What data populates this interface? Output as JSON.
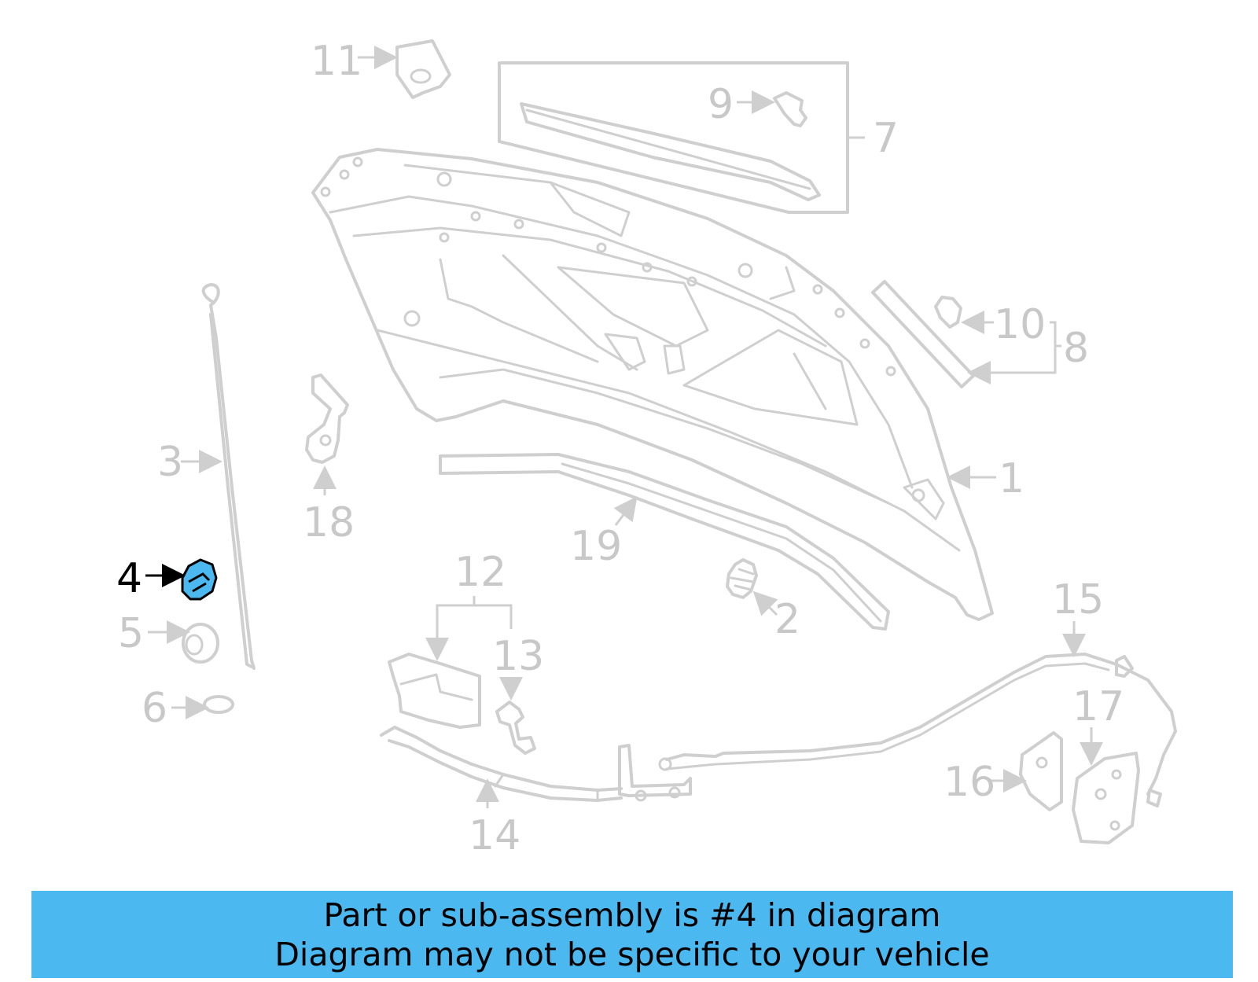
{
  "callouts": {
    "c1": "1",
    "c2": "2",
    "c3": "3",
    "c4": "4",
    "c5": "5",
    "c6": "6",
    "c7": "7",
    "c8": "8",
    "c9": "9",
    "c10": "10",
    "c11": "11",
    "c12": "12",
    "c13": "13",
    "c14": "14",
    "c15": "15",
    "c16": "16",
    "c17": "17",
    "c18": "18",
    "c19": "19"
  },
  "highlighted_part": "4",
  "colors": {
    "highlight": "#4bb8f0",
    "parts": "#cfcfcf",
    "labels": "#c8c8c8"
  },
  "banner": {
    "line1": "Part or sub-assembly is #4 in diagram",
    "line2": "Diagram may not be specific to your vehicle"
  }
}
